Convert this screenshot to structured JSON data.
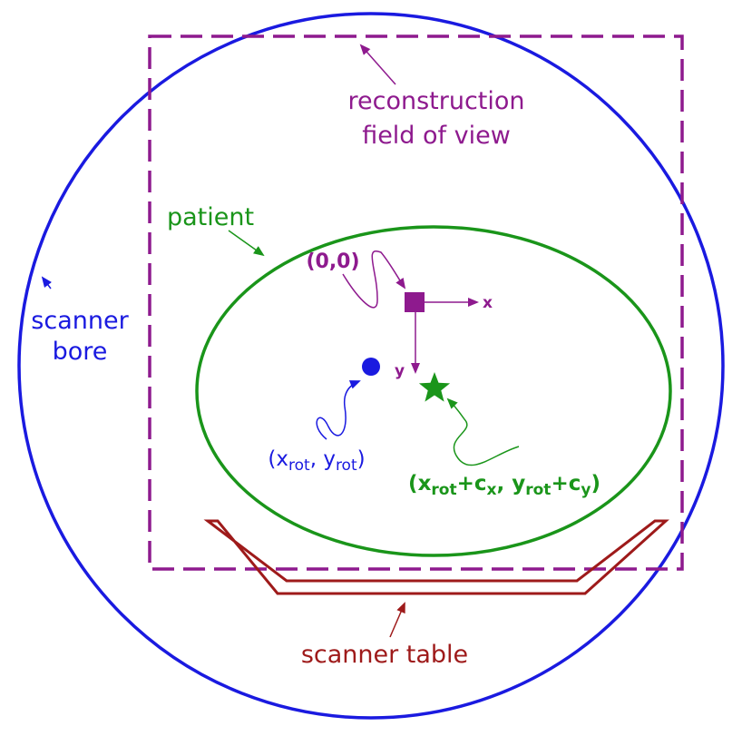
{
  "colors": {
    "bore": "#1a1ae0",
    "fov": "#8e1a8e",
    "patient": "#1a951a",
    "table": "#9e1a1a",
    "origin": "#8e1a8e",
    "rotation_center": "#1a1ae0",
    "shifted_center": "#1a951a"
  },
  "labels": {
    "fov_line1": "reconstruction",
    "fov_line2": "field of view",
    "patient": "patient",
    "bore_line1": "scanner",
    "bore_line2": "bore",
    "table": "scanner table",
    "origin": "(0,0)",
    "axis_x": "x",
    "axis_y": "y",
    "rot": {
      "open": "(",
      "x": "x",
      "x_sub": "rot",
      "comma": ", ",
      "y": "y",
      "y_sub": "rot",
      "close": ")"
    },
    "shifted": {
      "open": "(",
      "x": "x",
      "x_sub": "rot",
      "plus1": "+c",
      "cx_sub": "x",
      "comma": ", ",
      "y": "y",
      "y_sub": "rot",
      "plus2": "+c",
      "cy_sub": "y",
      "close": ")"
    }
  },
  "icons": {
    "origin_marker": "square-icon",
    "rotation_marker": "circle-icon",
    "shifted_marker": "star-icon"
  }
}
